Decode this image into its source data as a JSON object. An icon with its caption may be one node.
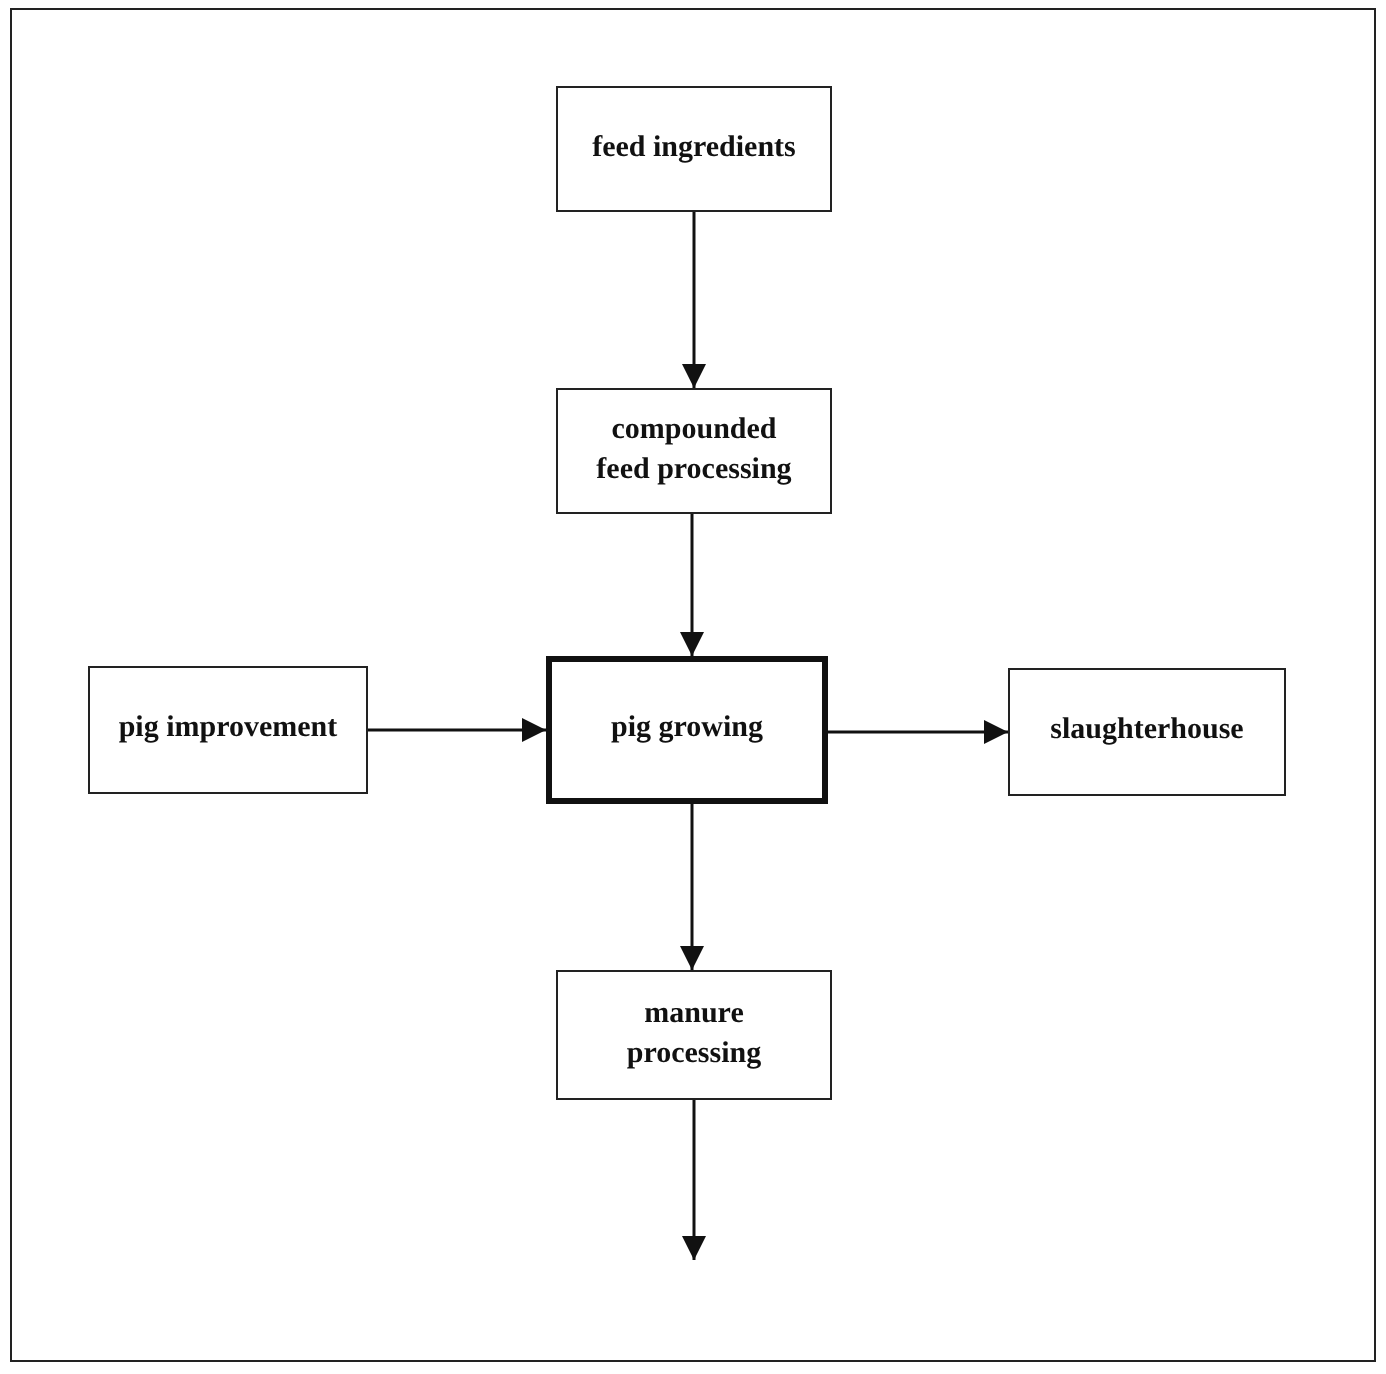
{
  "diagram": {
    "nodes": [
      {
        "text": [
          "feed ingredients"
        ]
      },
      {
        "text": [
          "compounded feed processing"
        ]
      },
      {
        "text": [
          "pig improvement"
        ]
      },
      {
        "text": [
          "pig growing"
        ]
      },
      {
        "text": [
          "slaughterhouse"
        ]
      },
      {
        "text": [
          "manure processing"
        ]
      }
    ],
    "edges": [
      {
        "from": 0,
        "to": 1,
        "arrow": "to"
      },
      {
        "from": 1,
        "to": 3,
        "arrow": "to"
      },
      {
        "from": 2,
        "to": 3,
        "arrow": "to"
      },
      {
        "from": 3,
        "to": 4,
        "arrow": "to"
      },
      {
        "from": 3,
        "to": 5,
        "arrow": "to"
      },
      {
        "from": 5,
        "to": null,
        "arrow": "to"
      }
    ]
  }
}
